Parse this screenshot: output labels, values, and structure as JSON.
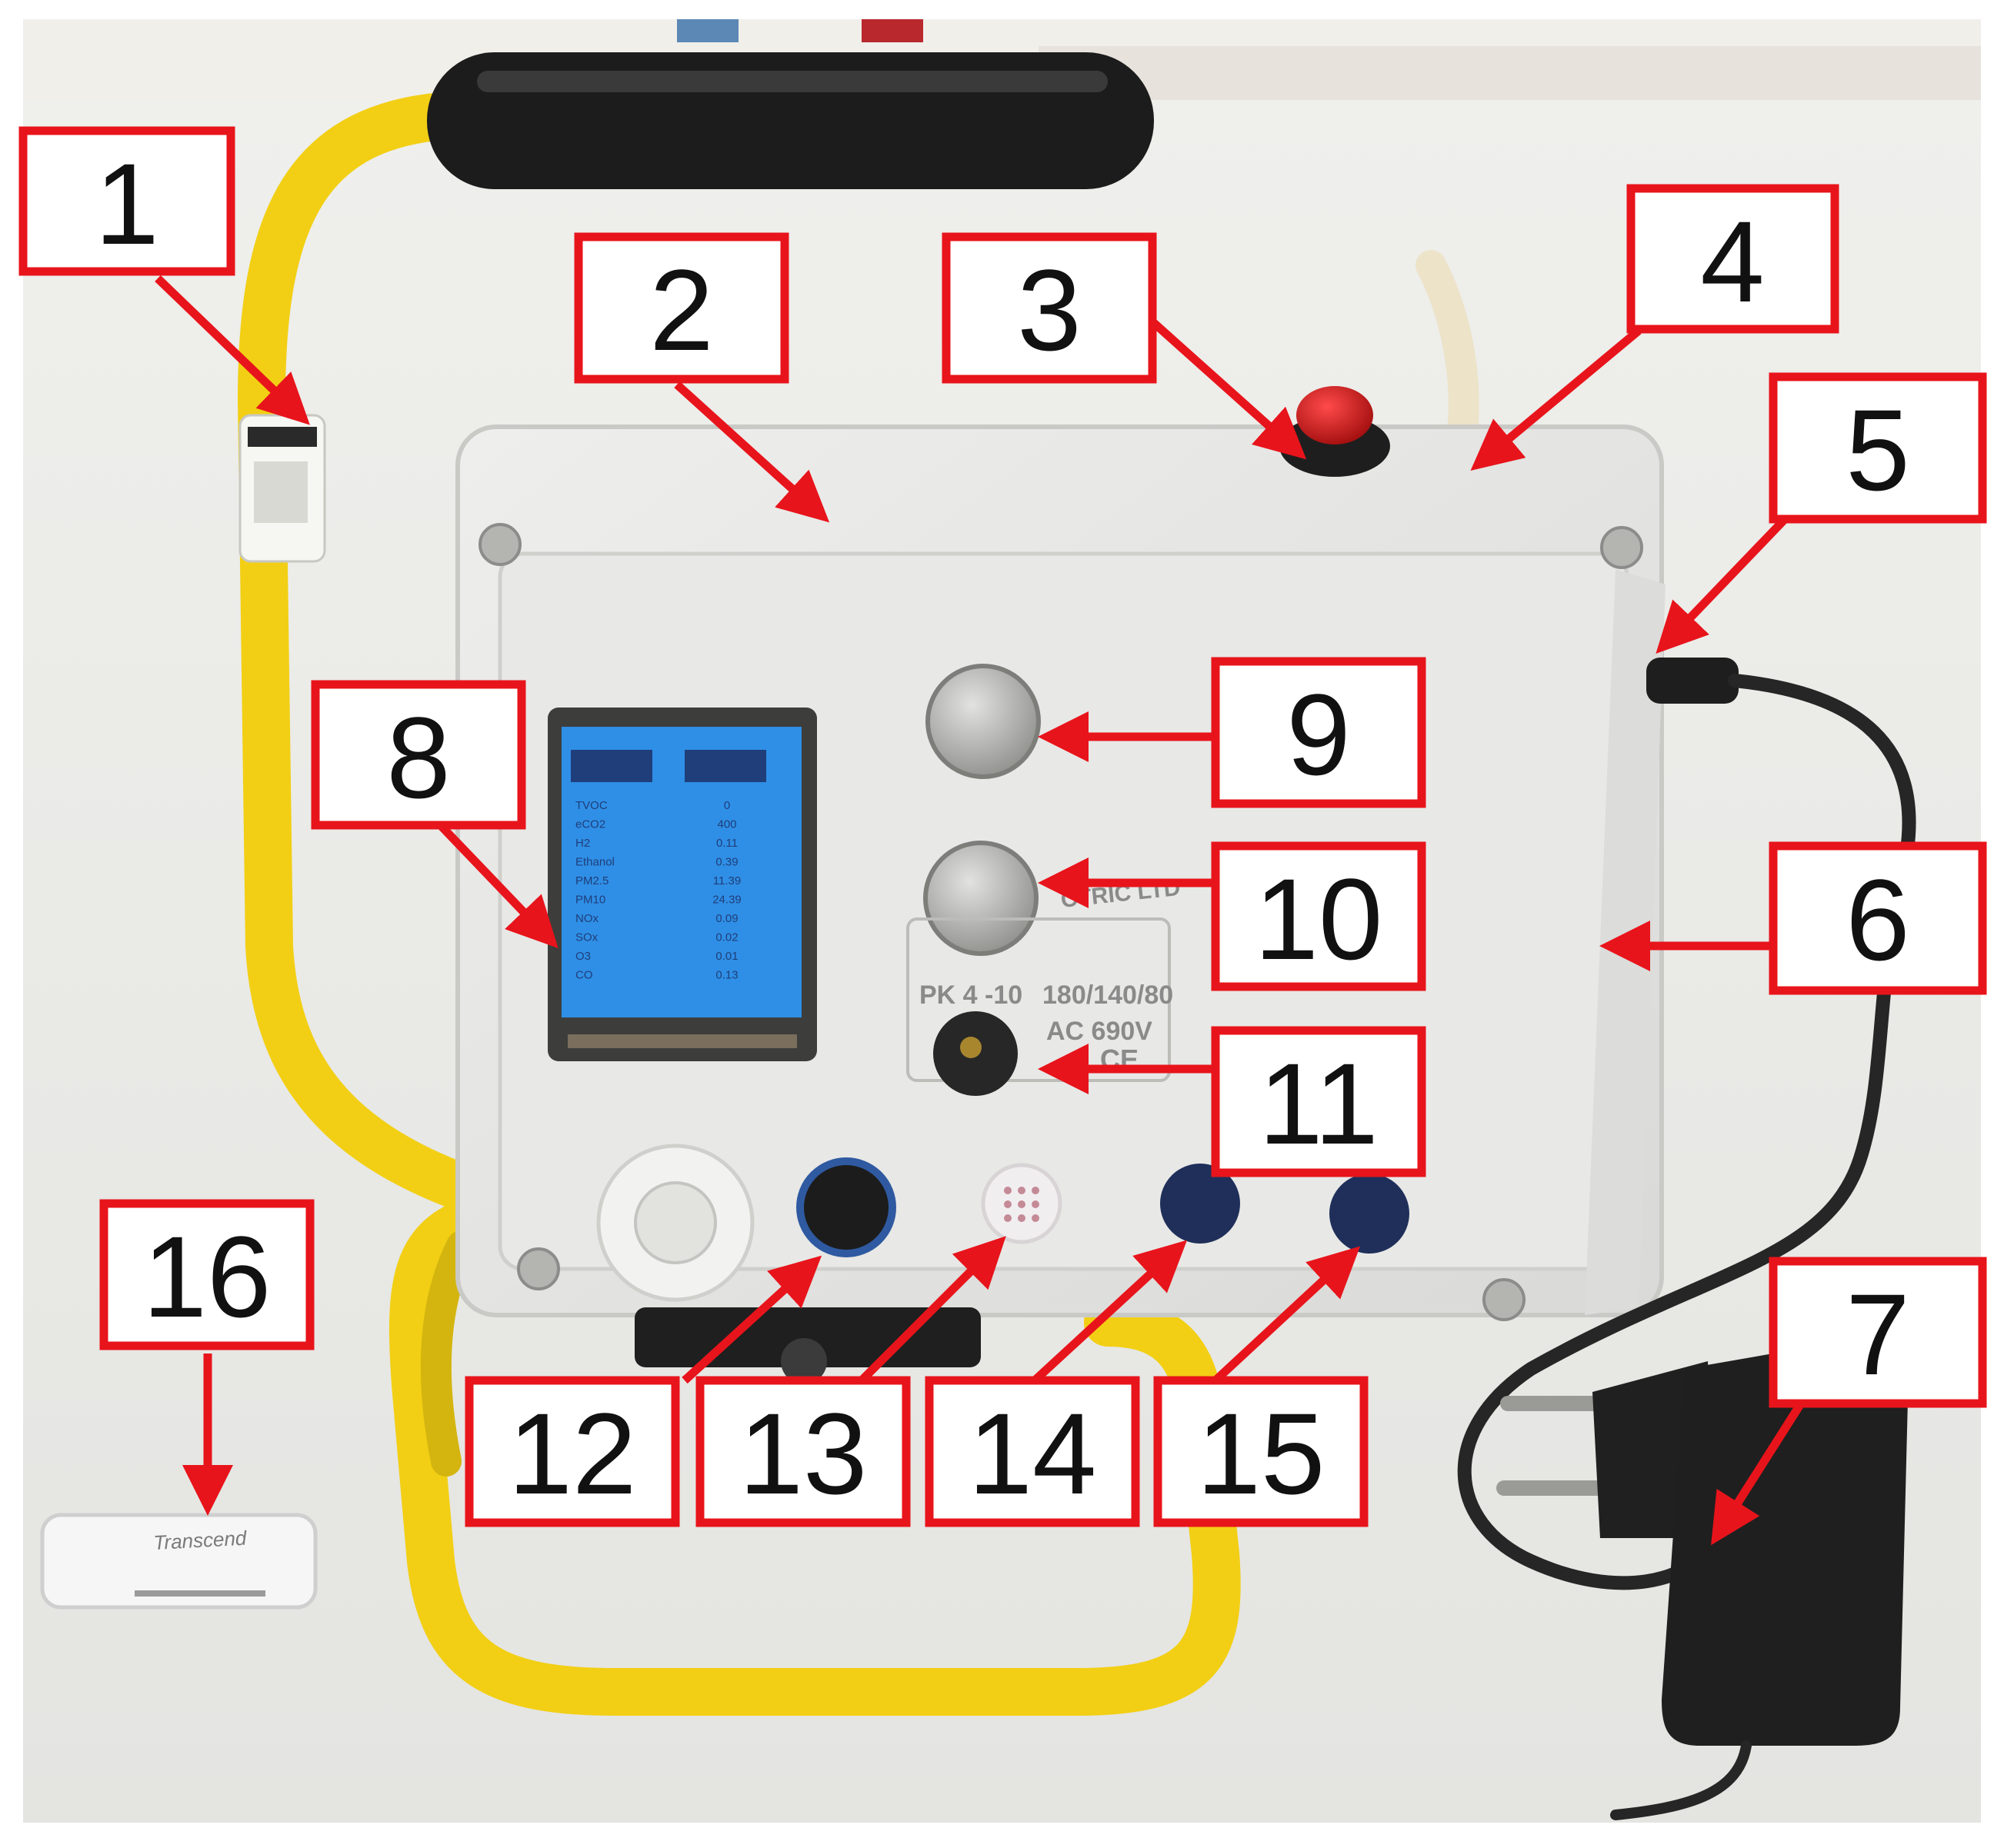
{
  "colors": {
    "callout_red": "#e8141b",
    "frame_yellow": "#f2cf14",
    "enclosure_grey": "#e6e6e4",
    "foam_black": "#1c1c1c",
    "lcd_blue": "#2f8fe6",
    "background_wall": "#f1efea"
  },
  "callouts": [
    {
      "number": "1",
      "part": "handle-frame"
    },
    {
      "number": "2",
      "part": "enclosure-lid"
    },
    {
      "number": "3",
      "part": "power-button"
    },
    {
      "number": "4",
      "part": "air-intake-tube"
    },
    {
      "number": "5",
      "part": "dc-power-jack"
    },
    {
      "number": "6",
      "part": "enclosure-side"
    },
    {
      "number": "7",
      "part": "power-adapter"
    },
    {
      "number": "8",
      "part": "tft-display"
    },
    {
      "number": "9",
      "part": "gas-sensor-upper"
    },
    {
      "number": "10",
      "part": "gas-sensor-lower"
    },
    {
      "number": "11",
      "part": "sensor-board"
    },
    {
      "number": "12",
      "part": "sensor-12"
    },
    {
      "number": "13",
      "part": "sensor-13-grille"
    },
    {
      "number": "14",
      "part": "sensor-14"
    },
    {
      "number": "15",
      "part": "sensor-15"
    },
    {
      "number": "16",
      "part": "card-reader"
    }
  ],
  "display": {
    "rows": [
      {
        "label": "TVOC",
        "value": "0"
      },
      {
        "label": "eCO2",
        "value": "400"
      },
      {
        "label": "H2",
        "value": "0.11"
      },
      {
        "label": "Ethanol",
        "value": "0.39"
      },
      {
        "label": "PM2.5",
        "value": "11.39"
      },
      {
        "label": "PM10",
        "value": "24.39"
      },
      {
        "label": "NOx",
        "value": "0.09"
      },
      {
        "label": "SOx",
        "value": "0.02"
      },
      {
        "label": "O3",
        "value": "0.01"
      },
      {
        "label": "CO",
        "value": "0.13"
      }
    ]
  },
  "enclosure_label": {
    "model": "PK 4 -10",
    "sizes": "180/140/80",
    "rating": "AC 690V",
    "ce_mark": "CE",
    "brand_fragment": "CTRIC LTD"
  },
  "reader_brand": "Transcend"
}
